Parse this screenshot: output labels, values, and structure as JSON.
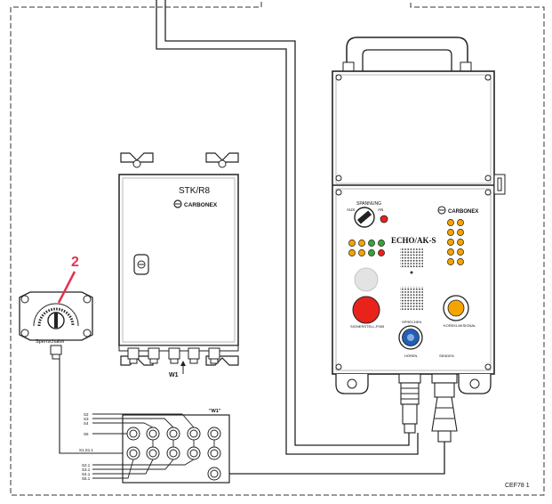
{
  "callout": {
    "number": "2",
    "color": "#e0334f"
  },
  "stk_box": {
    "title": "STK/R8",
    "brand": "CARBONEX",
    "cable_label": "W1"
  },
  "lock_switch": {
    "label": "Sperrschalter"
  },
  "echo_box": {
    "title": "ECHO/AK-S",
    "brand": "CARBONEX",
    "switch_label": "SPANNUNG",
    "switch_off": "AUS",
    "switch_on": "AN",
    "emergency_label": "SIGNERSTELL-P055",
    "speak_label": "SPRECHEN",
    "listen_label": "HÖREN",
    "send_label": "SENDEN",
    "horn_label": "KOREKLAKSIGNAL",
    "colors": {
      "red": "#e8231c",
      "yellow": "#f5a300",
      "green": "#3aa335",
      "blue": "#1f5fb5",
      "white": "#e3e3e3"
    }
  },
  "terminal_box": {
    "title": "\"W1\"",
    "top_labels": [
      "S2",
      "S3",
      "S4",
      "S5"
    ],
    "mid_label": "S1,S1.1",
    "bottom_labels": [
      "S2.1",
      "S3.1",
      "S4.1",
      "S5.1"
    ]
  },
  "figure_code": "CEF78 1"
}
